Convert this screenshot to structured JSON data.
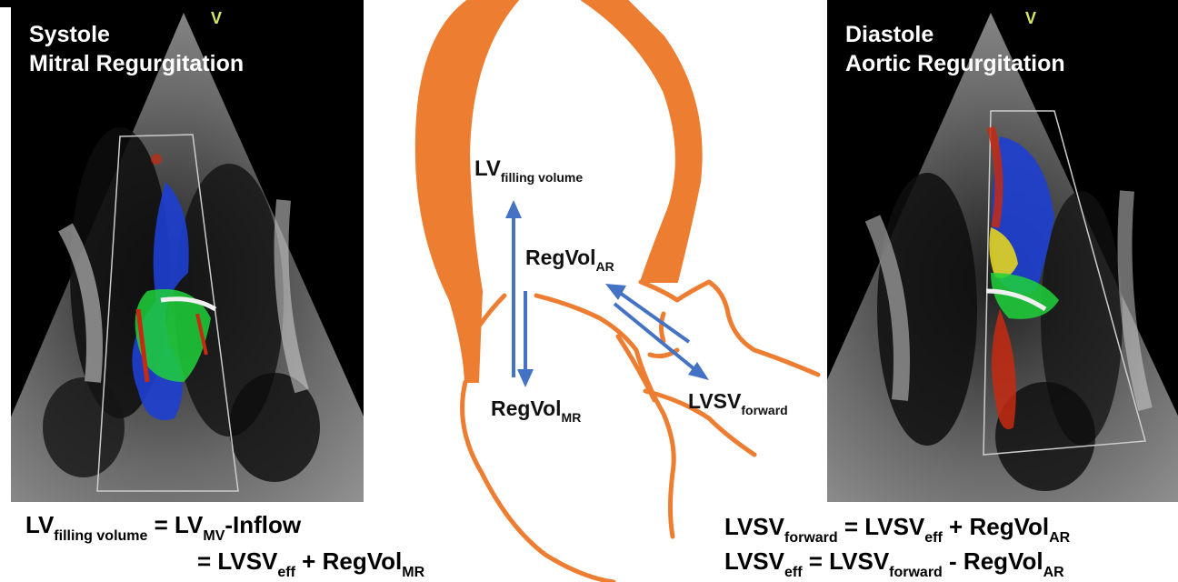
{
  "left_panel": {
    "title_line1": "Systole",
    "title_line2": "Mitral Regurgitation",
    "marker": "V"
  },
  "right_panel": {
    "title_line1": "Diastole",
    "title_line2": "Aortic Regurgitation",
    "marker": "V"
  },
  "diagram": {
    "lv_filling": {
      "main": "LV",
      "sub": "filling volume"
    },
    "regvol_ar": {
      "main": "RegVol",
      "sub": "AR"
    },
    "regvol_mr": {
      "main": "RegVol",
      "sub": "MR"
    },
    "lvsv_forward": {
      "main": "LVSV",
      "sub": "forward"
    }
  },
  "equations_left": {
    "line1": {
      "a": "LV",
      "a_sub": "filling  volume",
      "b": " = LV",
      "b_sub": "MV",
      "c": "-Inflow"
    },
    "line2": {
      "a": "= LVSV",
      "a_sub": "eff",
      "b": " + RegVol",
      "b_sub": "MR"
    }
  },
  "equations_right": {
    "line1": {
      "a": "LVSV",
      "a_sub": "forward",
      "b": "  = LVSV",
      "b_sub": "eff",
      "c": " + RegVol",
      "c_sub": "AR"
    },
    "line2": {
      "a": "LVSV",
      "a_sub": "eff",
      "b": "  = LVSV",
      "b_sub": "forward",
      "c": " - RegVol",
      "c_sub": "AR"
    }
  },
  "colors": {
    "heart_outline": "#ed7d31",
    "arrows": "#4472c4",
    "doppler_blue": "#1d3fd0",
    "doppler_green": "#1fd13a",
    "doppler_red": "#c62a10"
  }
}
